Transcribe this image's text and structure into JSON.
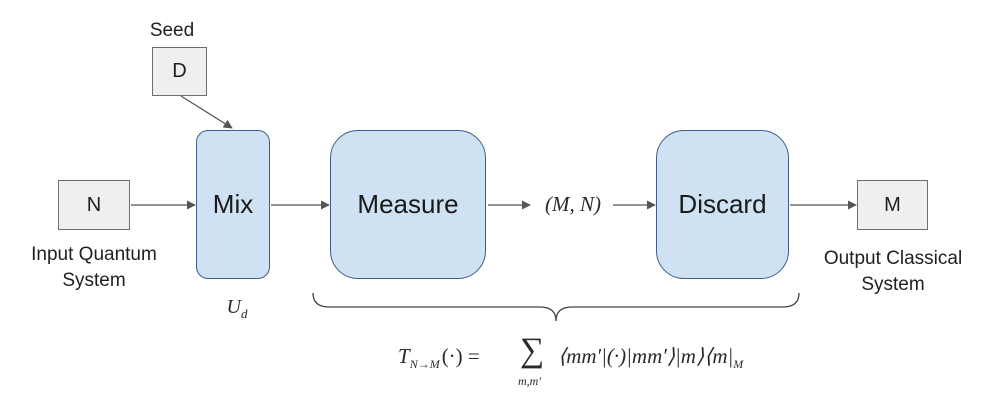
{
  "seed_label": "Seed",
  "boxes": {
    "seed": "D",
    "input": "N",
    "output": "M"
  },
  "blocks": {
    "mix": "Mix",
    "measure": "Measure",
    "discard": "Discard"
  },
  "labels": {
    "input_line1": "Input Quantum",
    "input_line2": "System",
    "output_line1": "Output Classical",
    "output_line2": "System",
    "unitary_base": "U",
    "unitary_sub": "d",
    "pair": "(M, N)"
  },
  "formula": {
    "lhs_base": "T",
    "lhs_sub": "N→M",
    "lhs_args": "(·) =",
    "sum": "∑",
    "sum_index": "m,m′",
    "terms": "⟨mm′|(·)|mm′⟩|m⟩⟨m|",
    "end_sub": "M"
  },
  "colors": {
    "block_fill": "#cfe2f3",
    "block_border": "#3d5f86",
    "box_fill": "#efefef",
    "box_border": "#6f6f6f",
    "arrow": "#555555"
  }
}
